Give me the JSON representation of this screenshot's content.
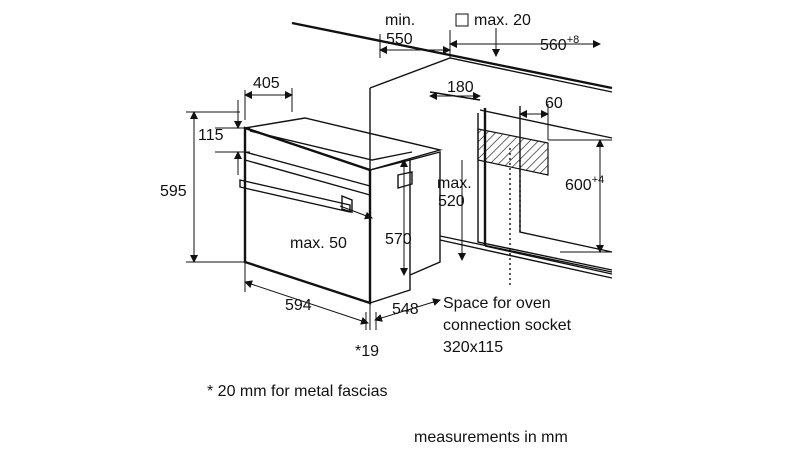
{
  "dimensions": {
    "min_label": "min.",
    "depth_min": "550",
    "max20": "max. 20",
    "niche_width": "560",
    "niche_width_sup": "+8",
    "top_depth": "405",
    "top_offset": "180",
    "side_60": "60",
    "panel_115": "115",
    "height_595": "595",
    "niche_height": "600",
    "niche_height_sup": "+4",
    "max_label": "max.",
    "max520_value": "520",
    "max50": "max. 50",
    "inner_570": "570",
    "width_594": "594",
    "depth_548": "548",
    "note_19": "*19"
  },
  "socket_note": {
    "line1": "Space for oven",
    "line2": "connection socket",
    "line3": "320x115"
  },
  "footnote": "* 20 mm for metal fascias",
  "units_note": "measurements in mm"
}
